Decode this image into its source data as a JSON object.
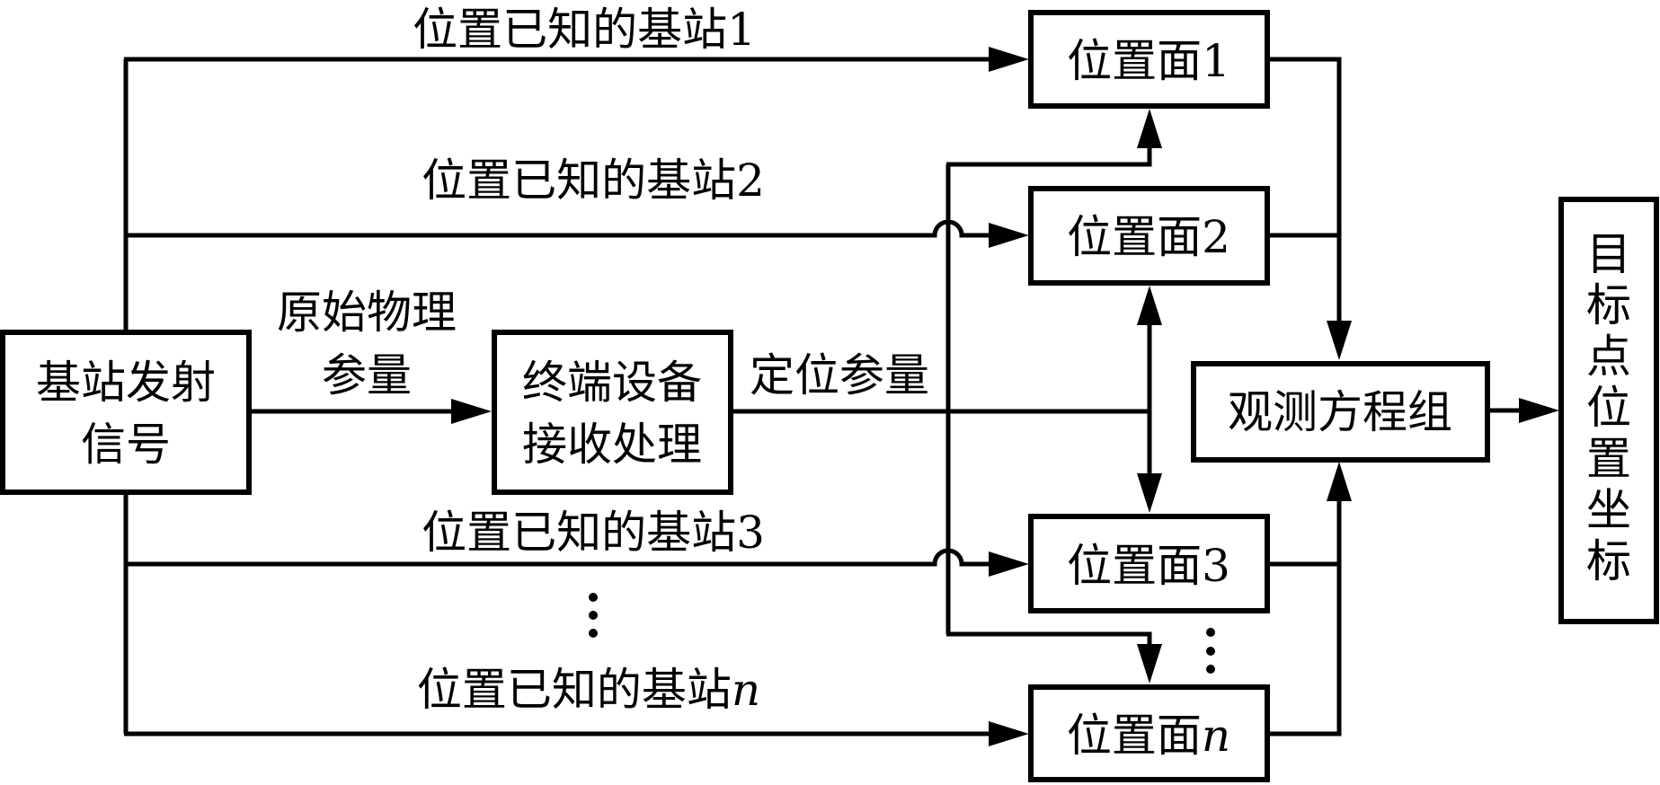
{
  "diagram": {
    "type": "block-flow",
    "colors": {
      "stroke": "#000000",
      "background": "#ffffff",
      "text": "#000000"
    },
    "nodes": {
      "source": {
        "lines": [
          "基站发射",
          "信号"
        ]
      },
      "terminal": {
        "lines": [
          "终端设备",
          "接收处理"
        ]
      },
      "surface1": {
        "text": "位置面",
        "suffix": "1"
      },
      "surface2": {
        "text": "位置面",
        "suffix": "2"
      },
      "surface3": {
        "text": "位置面",
        "suffix": "3"
      },
      "surfaceN": {
        "text": "位置面",
        "suffix": "n"
      },
      "equations": {
        "text": "观测方程组"
      },
      "target": {
        "chars": [
          "目",
          "标",
          "点",
          "位",
          "置",
          "坐",
          "标"
        ]
      }
    },
    "edge_labels": {
      "station1": {
        "text": "位置已知的基站",
        "suffix": "1"
      },
      "station2": {
        "text": "位置已知的基站",
        "suffix": "2"
      },
      "station3": {
        "text": "位置已知的基站",
        "suffix": "3"
      },
      "stationN": {
        "text": "位置已知的基站",
        "suffix": "n"
      },
      "raw_params": {
        "lines": [
          "原始物理",
          "参量"
        ]
      },
      "positioning_params": {
        "text": "定位参量"
      }
    },
    "ellipsis": "⋮"
  }
}
